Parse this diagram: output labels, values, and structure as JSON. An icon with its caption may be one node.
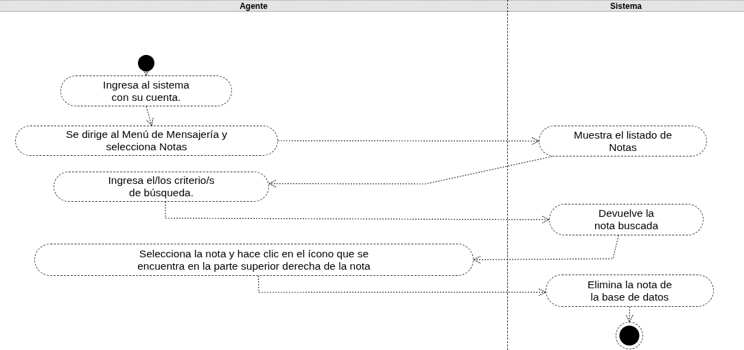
{
  "diagram": {
    "nodes": [
      {
        "text": [
          "Agente"
        ]
      },
      {
        "text": [
          "Sistema"
        ]
      },
      {
        "text": [],
        "shape": "circle",
        "in": 0
      },
      {
        "text": [
          "Ingresa al sistema con su cuenta."
        ],
        "in": 0
      },
      {
        "text": [
          "Se dirige al Menú de Mensajería y selecciona Notas"
        ],
        "in": 0
      },
      {
        "text": [
          "Muestra el listado de Notas"
        ],
        "in": 1
      },
      {
        "text": [
          "Ingresa el/los criterio/s de búsqueda."
        ],
        "in": 0
      },
      {
        "text": [
          "Devuelve la nota buscada"
        ],
        "in": 1
      },
      {
        "text": [
          "Selecciona la nota y hace clic en el ícono que se encuentra en la parte superior derecha de la nota"
        ],
        "in": 0
      },
      {
        "text": [
          "Elimina la nota de la base de datos"
        ],
        "in": 1
      },
      {
        "text": [],
        "shape": "circle",
        "in": 1
      }
    ],
    "edges": [
      {
        "from": 2,
        "to": 3,
        "arrow": "to"
      },
      {
        "from": 3,
        "to": 4,
        "arrow": "to"
      },
      {
        "from": 4,
        "to": 5,
        "arrow": "to"
      },
      {
        "from": 5,
        "to": 6,
        "arrow": "to"
      },
      {
        "from": 6,
        "to": 7,
        "arrow": "to"
      },
      {
        "from": 7,
        "to": 8,
        "arrow": "to"
      },
      {
        "from": 8,
        "to": 9,
        "arrow": "to"
      },
      {
        "from": 9,
        "to": 10,
        "arrow": "to"
      }
    ]
  }
}
